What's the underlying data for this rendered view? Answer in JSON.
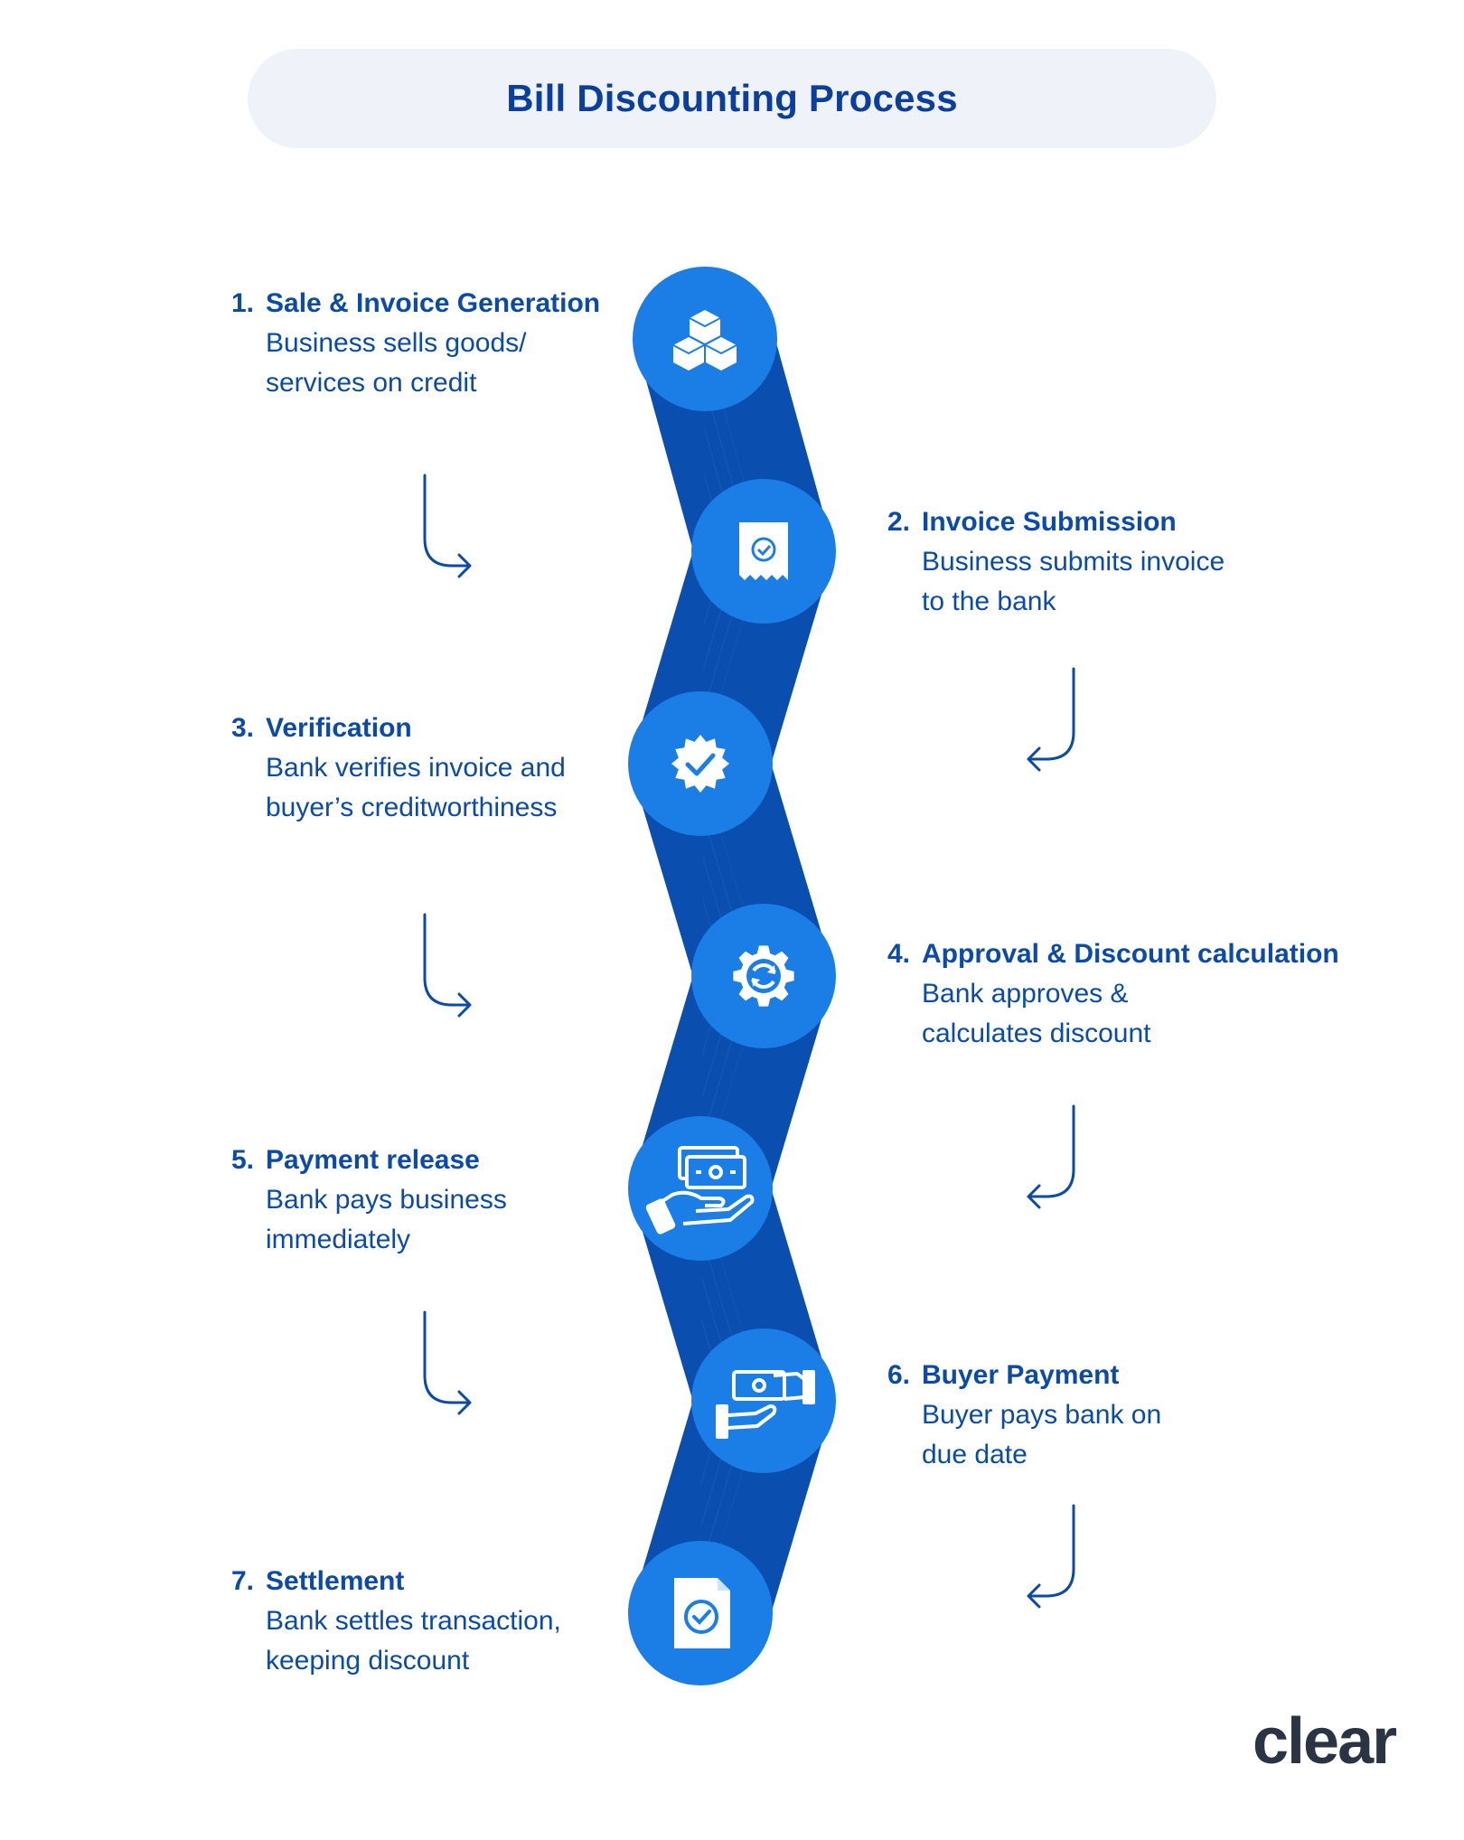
{
  "title": "Bill Discounting Process",
  "brand": "clear",
  "colors": {
    "ribbon": "#0a4fb0",
    "node": "#1a7ee6",
    "text": "#0b4aa8",
    "title_pill": "#eff3f9"
  },
  "steps": [
    {
      "num": "1.",
      "title": "Sale & Invoice Generation",
      "lines": [
        "Business sells goods/",
        "services on credit"
      ],
      "icon": "boxes-icon"
    },
    {
      "num": "2.",
      "title": "Invoice Submission",
      "lines": [
        "Business submits invoice",
        "to the bank"
      ],
      "icon": "receipt-check-icon"
    },
    {
      "num": "3.",
      "title": "Verification",
      "lines": [
        "Bank verifies invoice and",
        "buyer’s creditworthiness"
      ],
      "icon": "verified-badge-icon"
    },
    {
      "num": "4.",
      "title": "Approval & Discount calculation",
      "lines": [
        "Bank approves &",
        "calculates discount"
      ],
      "icon": "gear-sync-icon"
    },
    {
      "num": "5.",
      "title": "Payment release",
      "lines": [
        "Bank pays business",
        "immediately"
      ],
      "icon": "hand-cash-icon"
    },
    {
      "num": "6.",
      "title": "Buyer Payment",
      "lines": [
        "Buyer pays bank on",
        "due date"
      ],
      "icon": "cash-exchange-icon"
    },
    {
      "num": "7.",
      "title": "Settlement",
      "lines": [
        "Bank settles transaction,",
        "keeping discount"
      ],
      "icon": "document-check-icon"
    }
  ]
}
